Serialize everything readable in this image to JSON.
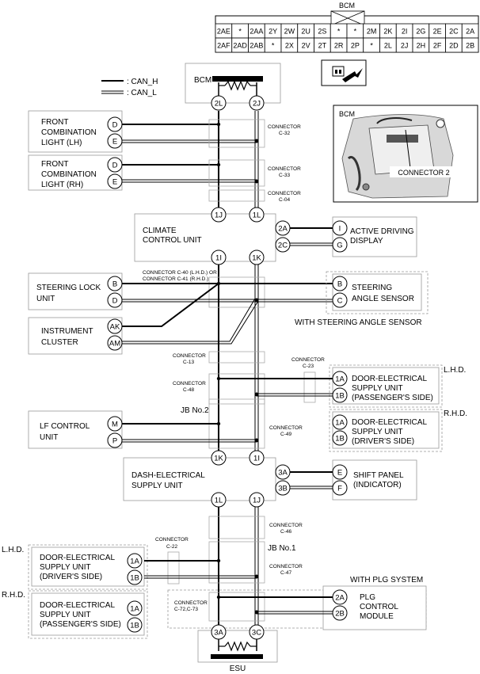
{
  "legend": {
    "can_h": ": CAN_H",
    "can_l": ": CAN_L"
  },
  "bcm_connector": {
    "title": "BCM",
    "row1": [
      "2AE",
      "*",
      "2AA",
      "2Y",
      "2W",
      "2U",
      "2S",
      "*",
      "*",
      "2M",
      "2K",
      "2I",
      "2G",
      "2E",
      "2C",
      "2A"
    ],
    "row2": [
      "2AF",
      "2AD",
      "2AB",
      "*",
      "2X",
      "2V",
      "2T",
      "2R",
      "2P",
      "*",
      "2L",
      "2J",
      "2H",
      "2F",
      "2D",
      "2B"
    ]
  },
  "bcm_photo": {
    "title": "BCM",
    "callout": "CONNECTOR 2"
  },
  "modules": {
    "bcm": "BCM",
    "esu": "ESU",
    "front_lh": [
      "FRONT",
      "COMBINATION",
      "LIGHT (LH)"
    ],
    "front_rh": [
      "FRONT",
      "COMBINATION",
      "LIGHT (RH)"
    ],
    "climate": [
      "CLIMATE",
      "CONTROL UNIT"
    ],
    "active_driving": [
      "ACTIVE DRIVING",
      "DISPLAY"
    ],
    "steering_lock": [
      "STEERING LOCK",
      "UNIT"
    ],
    "steering_angle": [
      "STEERING",
      "ANGLE SENSOR"
    ],
    "steering_angle_note": "WITH STEERING ANGLE SENSOR",
    "instrument": [
      "INSTRUMENT",
      "CLUSTER"
    ],
    "door_passenger_top": [
      "DOOR-ELECTRICAL",
      "SUPPLY UNIT",
      "(PASSENGER'S SIDE)"
    ],
    "door_driver_top": [
      "DOOR-ELECTRICAL",
      "SUPPLY UNIT",
      "(DRIVER'S SIDE)"
    ],
    "lf_control": [
      "LF CONTROL",
      "UNIT"
    ],
    "dash_supply": [
      "DASH-ELECTRICAL",
      "SUPPLY UNIT"
    ],
    "shift_panel": [
      "SHIFT PANEL",
      "(INDICATOR)"
    ],
    "door_driver_bottom": [
      "DOOR-ELECTRICAL",
      "SUPPLY UNIT",
      "(DRIVER'S SIDE)"
    ],
    "door_passenger_bottom": [
      "DOOR-ELECTRICAL",
      "SUPPLY UNIT",
      "(PASSENGER'S SIDE)"
    ],
    "plg": [
      "PLG",
      "CONTROL",
      "MODULE"
    ],
    "plg_note": "WITH PLG SYSTEM"
  },
  "side_labels": {
    "lhd": "L.H.D.",
    "rhd": "R.H.D."
  },
  "junction_blocks": {
    "jb2": "JB No.2",
    "jb1": "JB No.1"
  },
  "connectors": {
    "c32": [
      "CONNECTOR",
      "C-32"
    ],
    "c33": [
      "CONNECTOR",
      "C-33"
    ],
    "c04": [
      "CONNECTOR",
      "C-04"
    ],
    "c40": [
      "CONNECTOR C-40 (L.H.D.) OR",
      "CONNECTOR C-41 (R.H.D.)"
    ],
    "c13": [
      "CONNECTOR",
      "C-13"
    ],
    "c23": [
      "CONNECTOR",
      "C-23"
    ],
    "c48": [
      "CONNECTOR",
      "C-48"
    ],
    "c49": [
      "CONNECTOR",
      "C-49"
    ],
    "c46": [
      "CONNECTOR",
      "C-46"
    ],
    "c22": [
      "CONNECTOR",
      "C-22"
    ],
    "c47": [
      "CONNECTOR",
      "C-47"
    ],
    "c72": [
      "CONNECTOR",
      "C-72,C-73"
    ]
  },
  "pins": {
    "bcm_h": "2L",
    "bcm_l": "2J",
    "flh_top": "D",
    "flh_bot": "E",
    "frh_top": "D",
    "frh_bot": "E",
    "cl_top_h": "1J",
    "cl_top_l": "1L",
    "cl_bot_h": "1I",
    "cl_bot_l": "1K",
    "cl_side_a": "2A",
    "cl_side_c": "2C",
    "ad_a": "I",
    "ad_b": "G",
    "sl_top": "B",
    "sl_bot": "D",
    "sa_top": "B",
    "sa_bot": "C",
    "ic_top": "AK",
    "ic_bot": "AM",
    "dp_top_a": "1A",
    "dp_top_b": "1B",
    "dd_top_a": "1A",
    "dd_top_b": "1B",
    "lf_top": "M",
    "lf_bot": "P",
    "ds_top_h": "1K",
    "ds_top_l": "1I",
    "ds_bot_h": "1L",
    "ds_bot_l": "1J",
    "ds_side_a": "3A",
    "ds_side_b": "3B",
    "sp_a": "E",
    "sp_b": "F",
    "dd_bot_a": "1A",
    "dd_bot_b": "1B",
    "dp_bot_a": "1A",
    "dp_bot_b": "1B",
    "plg_a": "2A",
    "plg_b": "2B",
    "esu_h": "3A",
    "esu_l": "3C"
  }
}
